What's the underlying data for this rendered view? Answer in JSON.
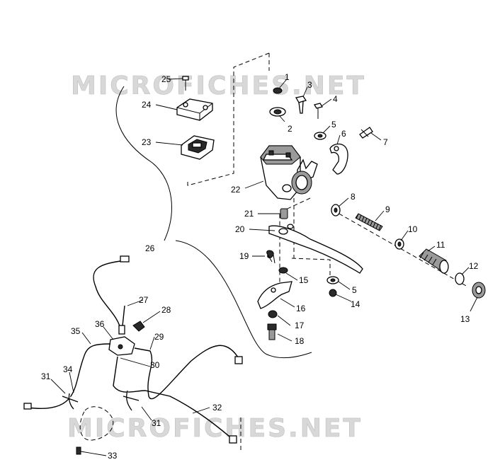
{
  "watermark": {
    "text": "MICROFICHES.NET"
  },
  "callouts": {
    "c1": "1",
    "c2": "2",
    "c3": "3",
    "c4": "4",
    "c5a": "5",
    "c5b": "5",
    "c6": "6",
    "c7": "7",
    "c8": "8",
    "c9": "9",
    "c10": "10",
    "c11": "11",
    "c12": "12",
    "c13": "13",
    "c14": "14",
    "c15": "15",
    "c16": "16",
    "c17": "17",
    "c18": "18",
    "c19": "19",
    "c20": "20",
    "c21": "21",
    "c22": "22",
    "c23": "23",
    "c24": "24",
    "c25": "25",
    "c26": "26",
    "c27": "27",
    "c28": "28",
    "c29": "29",
    "c30": "30",
    "c31a": "31",
    "c31b": "31",
    "c32": "32",
    "c33": "33",
    "c34": "34",
    "c35": "35",
    "c36": "36"
  }
}
